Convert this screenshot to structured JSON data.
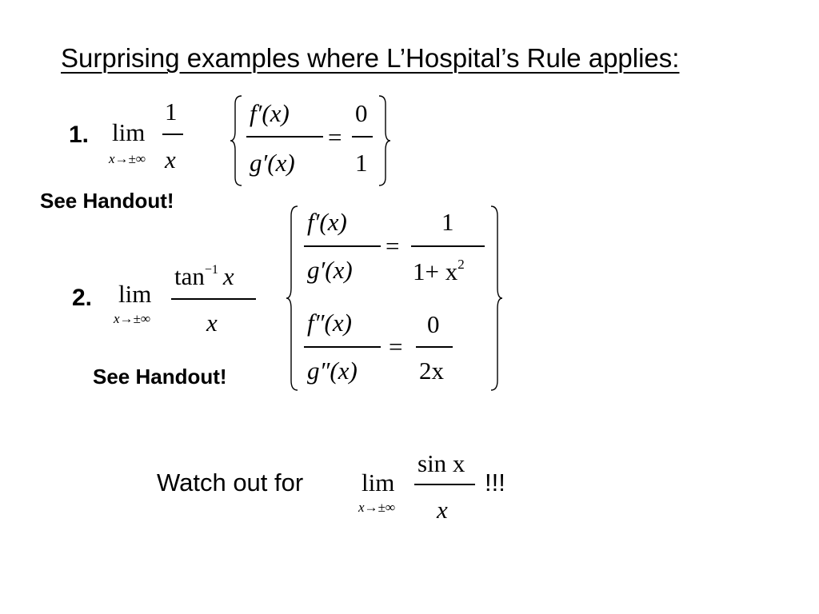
{
  "title": "Surprising examples where L’Hospital’s Rule applies:",
  "example1": {
    "number": "1.",
    "lim": "lim",
    "sub": "x→±∞",
    "numerator": "1",
    "denominator": "x",
    "box": {
      "lhs_num": "f′(x)",
      "lhs_den": "g′(x)",
      "eq": "=",
      "rhs_num": "0",
      "rhs_den": "1"
    },
    "handout": "See Handout!"
  },
  "example2": {
    "number": "2.",
    "lim": "lim",
    "sub": "x→±∞",
    "numerator": "tan",
    "numerator_sup": "−1",
    "numerator_var": "x",
    "denominator": "x",
    "box": {
      "row1_lhs_num": "f′(x)",
      "row1_lhs_den": "g′(x)",
      "row1_eq": "=",
      "row1_rhs_num": "1",
      "row1_rhs_den": "1+ x",
      "row1_rhs_den_sup": "2",
      "row2_lhs_num": "f″(x)",
      "row2_lhs_den": "g″(x)",
      "row2_eq": "=",
      "row2_rhs_num": "0",
      "row2_rhs_den": "2x"
    },
    "handout": "See Handout!"
  },
  "watch": {
    "prefix": "Watch out for",
    "lim": "lim",
    "sub": "x→±∞",
    "numerator": "sin x",
    "denominator": "x",
    "suffix": "!!!"
  }
}
